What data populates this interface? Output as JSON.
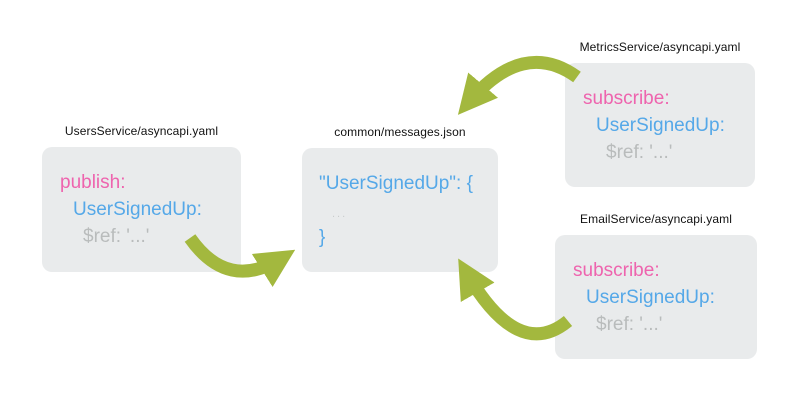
{
  "palette": {
    "arrow_green": "#a3b83e",
    "keyword_pink": "#ee64ae",
    "name_blue": "#55a8e8",
    "ref_gray": "#b9bcbc",
    "ellipsis_gray": "#c9cccc",
    "box_bg": "#e9ebec",
    "label_text": "#111111"
  },
  "nodes": [
    {
      "id": "users-service",
      "label": "UsersService/asyncapi.yaml",
      "lines": [
        {
          "text": "publish:",
          "color": "#ee64ae"
        },
        {
          "text": "UserSignedUp:",
          "color": "#55a8e8"
        },
        {
          "text": "$ref: '...'",
          "color": "#b9bcbc"
        }
      ]
    },
    {
      "id": "common-messages",
      "label": "common/messages.json",
      "lines": [
        {
          "text": "\"UserSignedUp\": {",
          "color": "#55a8e8"
        },
        {
          "text": "...",
          "color": "#c9cccc"
        },
        {
          "text": "}",
          "color": "#55a8e8"
        }
      ]
    },
    {
      "id": "metrics-service",
      "label": "MetricsService/asyncapi.yaml",
      "lines": [
        {
          "text": "subscribe:",
          "color": "#ee64ae"
        },
        {
          "text": "UserSignedUp:",
          "color": "#55a8e8"
        },
        {
          "text": "$ref: '...'",
          "color": "#b9bcbc"
        }
      ]
    },
    {
      "id": "email-service",
      "label": "EmailService/asyncapi.yaml",
      "lines": [
        {
          "text": "subscribe:",
          "color": "#ee64ae"
        },
        {
          "text": "UserSignedUp:",
          "color": "#55a8e8"
        },
        {
          "text": "$ref: '...'",
          "color": "#b9bcbc"
        }
      ]
    }
  ],
  "arrows": [
    {
      "name": "users-service-to-common-messages"
    },
    {
      "name": "metrics-service-to-common-messages"
    },
    {
      "name": "email-service-to-common-messages"
    }
  ]
}
